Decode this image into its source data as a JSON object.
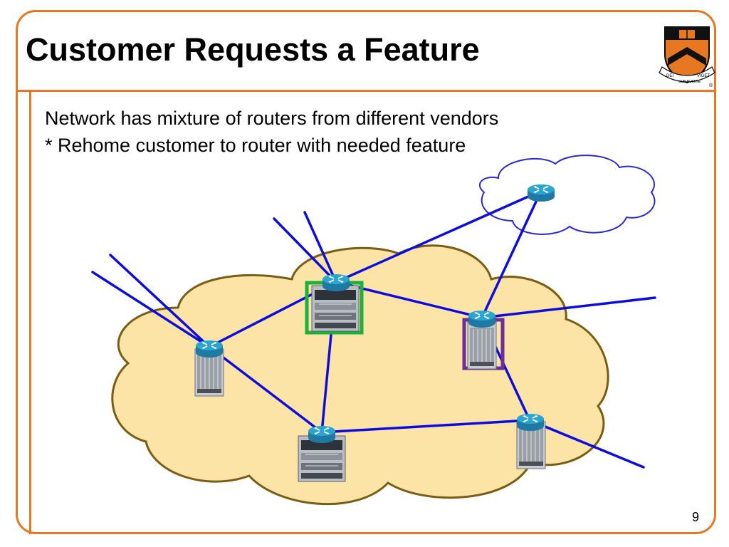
{
  "slide": {
    "title": "Customer Requests a Feature",
    "bullets": [
      "Network has mixture of routers from different vendors",
      "* Rehome customer to router with needed feature"
    ],
    "page_number": "9"
  },
  "logo": {
    "icon": "princeton-shield-icon",
    "motto_left": "DEI",
    "motto_center": "SUB NUMINE",
    "motto_right": "VIGET",
    "mark": "®"
  },
  "diagram": {
    "nodes": [
      {
        "id": "router-left",
        "type": "chassis"
      },
      {
        "id": "router-top-center",
        "type": "chassis",
        "highlight": "#1db03c"
      },
      {
        "id": "router-right",
        "type": "chassis",
        "highlight": "#6a2f99"
      },
      {
        "id": "router-bottom-center",
        "type": "chassis"
      },
      {
        "id": "router-bottom-right",
        "type": "chassis"
      },
      {
        "id": "router-external",
        "type": "cloud-router"
      }
    ],
    "colors": {
      "link": "#0c0ce0",
      "cloud_fill": "#fce3a6",
      "cloud_stroke": "#7a5c12",
      "external_cloud_stroke": "#2a2ad4",
      "router_icon": "#2aa5cf"
    }
  }
}
